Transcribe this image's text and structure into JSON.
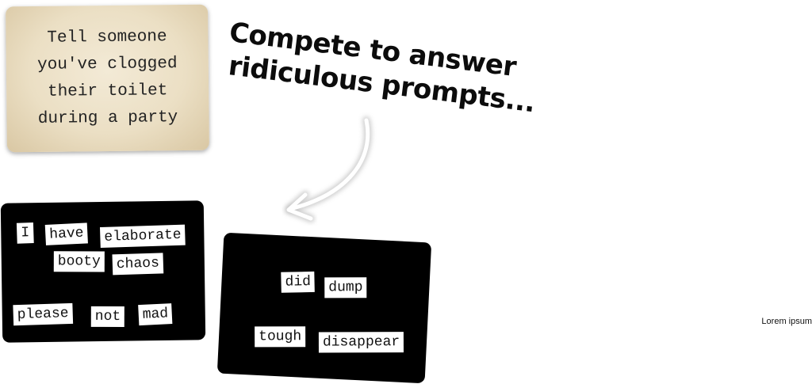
{
  "prompt_card": {
    "lines": [
      "Tell someone",
      "you've clogged",
      "their toilet",
      "during a party"
    ]
  },
  "headline": {
    "line1": "Compete to answer",
    "line2": "ridiculous prompts..."
  },
  "answer_card_1": {
    "words": [
      "I",
      "have",
      "elaborate",
      "booty",
      "chaos",
      "please",
      "not",
      "mad"
    ]
  },
  "answer_card_2": {
    "words": [
      "did",
      "dump",
      "tough",
      "disappear"
    ]
  },
  "footer": {
    "text": "Lorem ipsum"
  },
  "colors": {
    "card_paper": "#ebdfc4",
    "answer_card": "#000000",
    "word_tile": "#ffffff"
  }
}
